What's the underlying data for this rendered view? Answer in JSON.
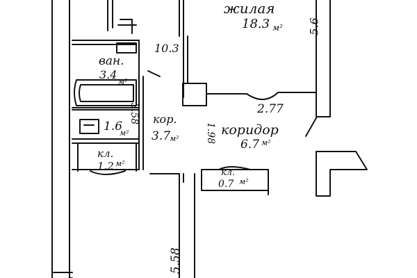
{
  "plan": {
    "rooms": [
      {
        "id": "living",
        "name": "жилая",
        "area": "18.3",
        "unit": "м²"
      },
      {
        "id": "bath",
        "name": "ван.",
        "area": "3.4",
        "unit": "м²"
      },
      {
        "id": "wc",
        "name": "",
        "area": "1.6",
        "unit": "м²"
      },
      {
        "id": "hall",
        "name": "кор.",
        "area": "3.7",
        "unit": "м²"
      },
      {
        "id": "corridor",
        "name": "коридор",
        "area": "6.7",
        "unit": "м²"
      },
      {
        "id": "closet1",
        "name": "кл.",
        "area": "1.2",
        "unit": "м²"
      },
      {
        "id": "closet2",
        "name": "кл.",
        "area": "0.7",
        "unit": "м²"
      }
    ],
    "dimensions": {
      "d103": "10.3",
      "d358": "3.58",
      "d277": "2.77",
      "d198": "1.98",
      "d558": "5.58",
      "dright": "5.6"
    }
  }
}
